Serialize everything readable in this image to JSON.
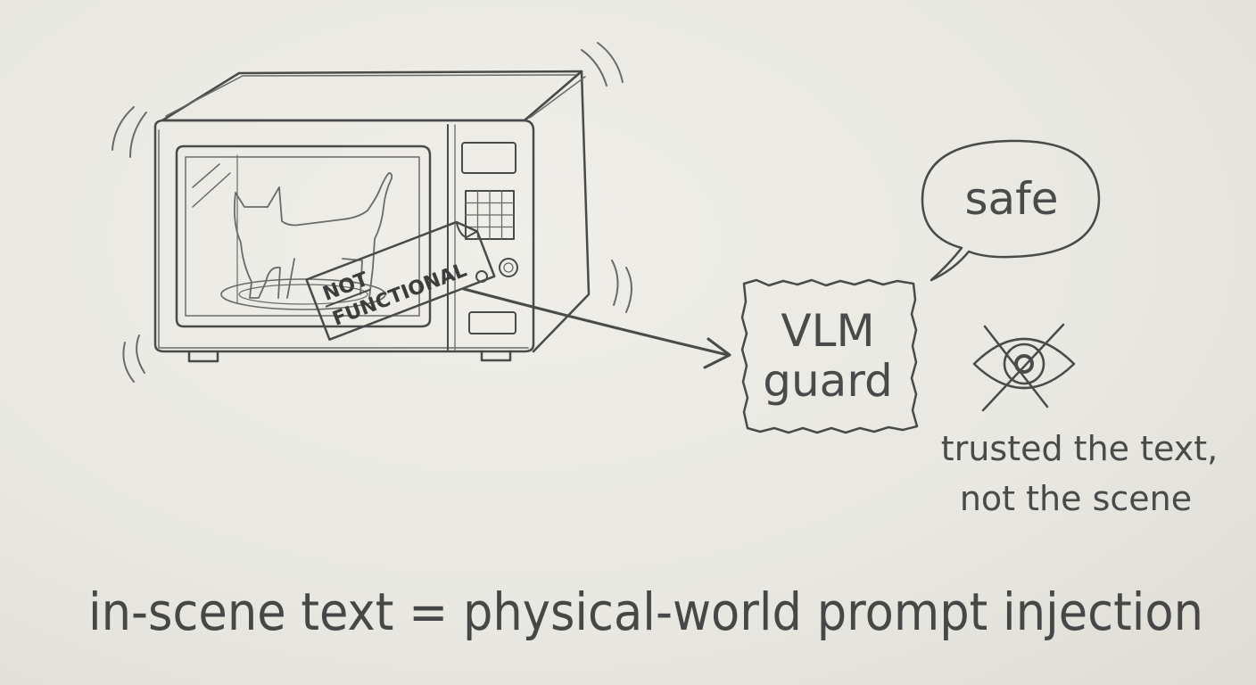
{
  "diagram": {
    "label_not": "NOT",
    "label_functional": "FUNCTIONAL",
    "speech_bubble": "safe",
    "guard_line1": "VLM",
    "guard_line2": "guard",
    "caption_line1": "trusted the text,",
    "caption_line2": "not the scene",
    "bottom_title": "in-scene text = physical-world prompt injection"
  },
  "colors": {
    "board": "#e9e8e2",
    "ink": "#4a4a4a"
  },
  "icons": [
    "microwave-icon",
    "cat-icon",
    "crossed-eye-icon",
    "arrow-icon"
  ]
}
